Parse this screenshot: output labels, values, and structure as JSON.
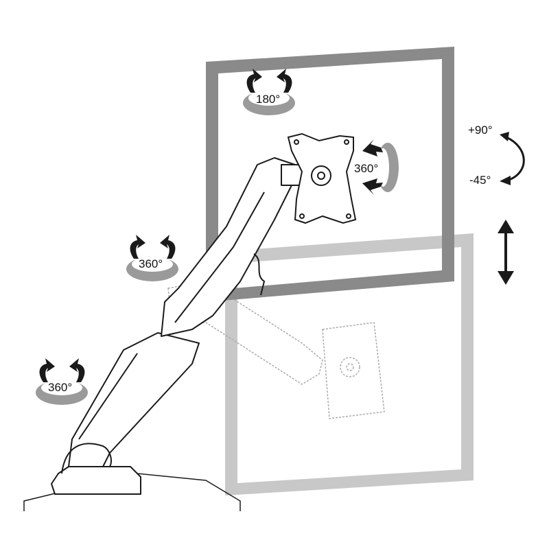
{
  "diagram": {
    "labels": {
      "tilt_monitor": "180°",
      "swivel_mount": "360°",
      "swivel_arm": "360°",
      "swivel_base": "360°",
      "tilt_up": "+90°",
      "tilt_down": "-45°"
    },
    "colors": {
      "upper_frame": "#8a8a8a",
      "lower_frame": "#c8c8c8",
      "line": "#1a1a1a",
      "ring": "#9a9a9a"
    }
  }
}
